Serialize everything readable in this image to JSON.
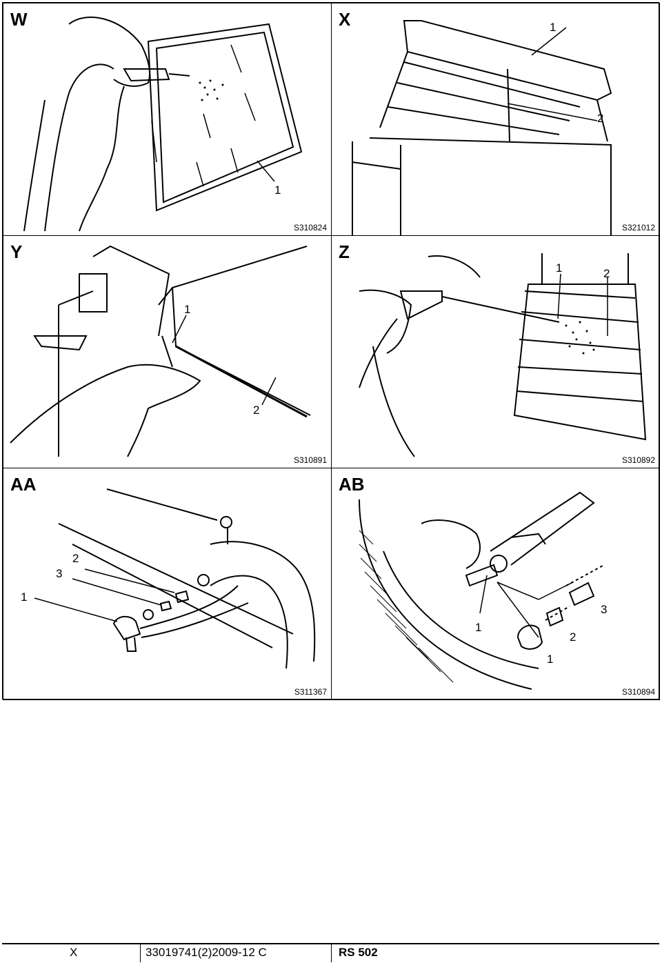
{
  "panels": [
    {
      "letter": "W",
      "ref": "S310824",
      "callouts": [
        "1"
      ]
    },
    {
      "letter": "X",
      "ref": "S321012",
      "callouts": [
        "1",
        "2"
      ]
    },
    {
      "letter": "Y",
      "ref": "S310891",
      "callouts": [
        "1",
        "2"
      ]
    },
    {
      "letter": "Z",
      "ref": "S310892",
      "callouts": [
        "1",
        "2"
      ]
    },
    {
      "letter": "AA",
      "ref": "S311367",
      "callouts": [
        "2",
        "3",
        "1"
      ]
    },
    {
      "letter": "AB",
      "ref": "S310894",
      "callouts": [
        "3",
        "1",
        "2",
        "1"
      ]
    }
  ],
  "footer": {
    "section": "X",
    "doc_number": "33019741(2)2009-12 C",
    "model": "RS 502"
  }
}
